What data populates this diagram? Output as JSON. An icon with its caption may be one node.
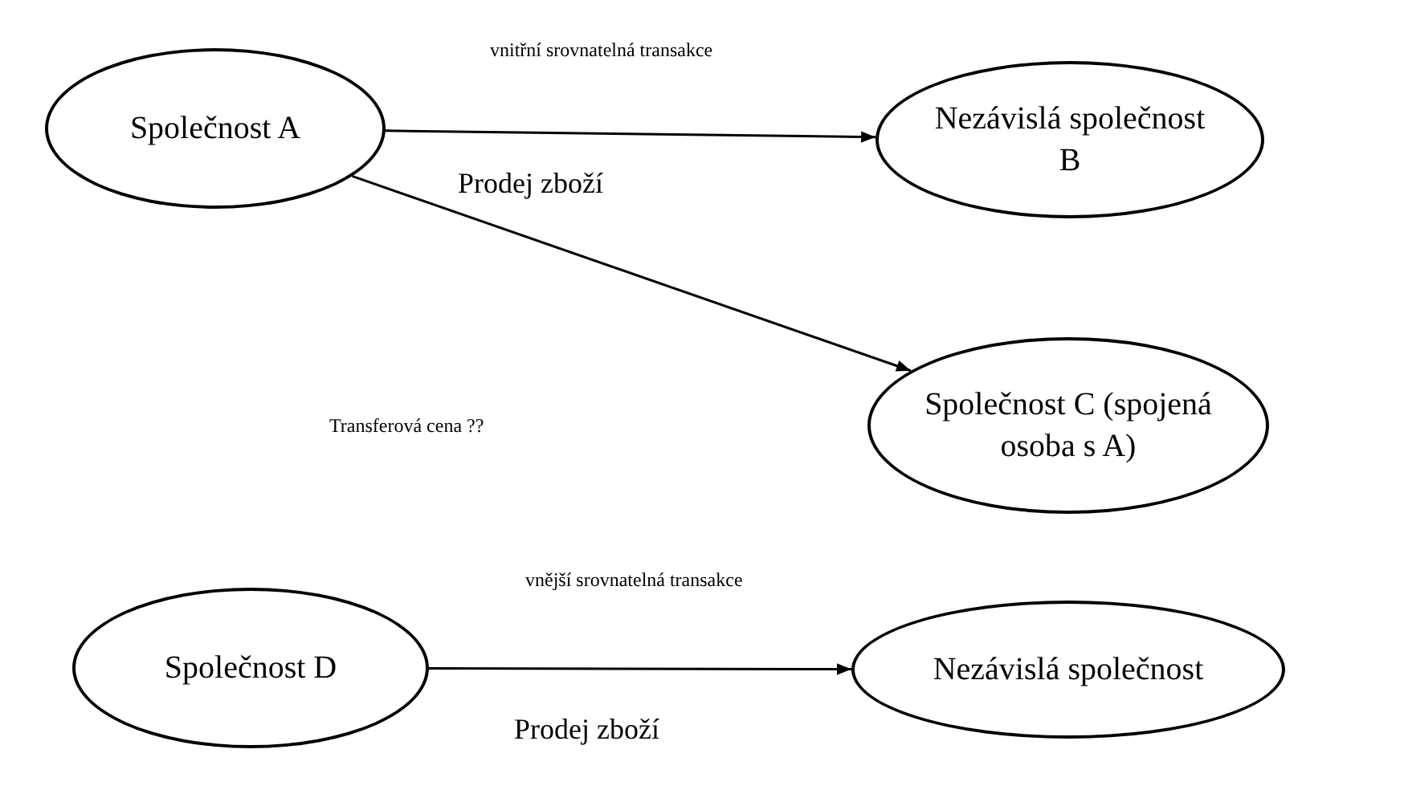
{
  "diagram": {
    "nodes": [
      {
        "text": [
          "Společnost A"
        ]
      },
      {
        "text": [
          "Nezávislá společnost B"
        ]
      },
      {
        "text": [
          "Společnost C (spojená osoba s A)"
        ]
      },
      {
        "text": [
          "Společnost D"
        ]
      },
      {
        "text": [
          "Nezávislá společnost"
        ]
      }
    ],
    "edges": [
      {
        "from": 0,
        "to": 1,
        "arrow": "to",
        "label": "vnitřní srovnatelná transakce"
      },
      {
        "from": 0,
        "to": 2,
        "arrow": "to",
        "label": "Prodej zboží"
      },
      {
        "from": 3,
        "to": 4,
        "arrow": "to",
        "label": "vnější srovnatelná transakce"
      }
    ],
    "labels": [
      "Transferová cena ??",
      "Prodej zboží"
    ]
  }
}
